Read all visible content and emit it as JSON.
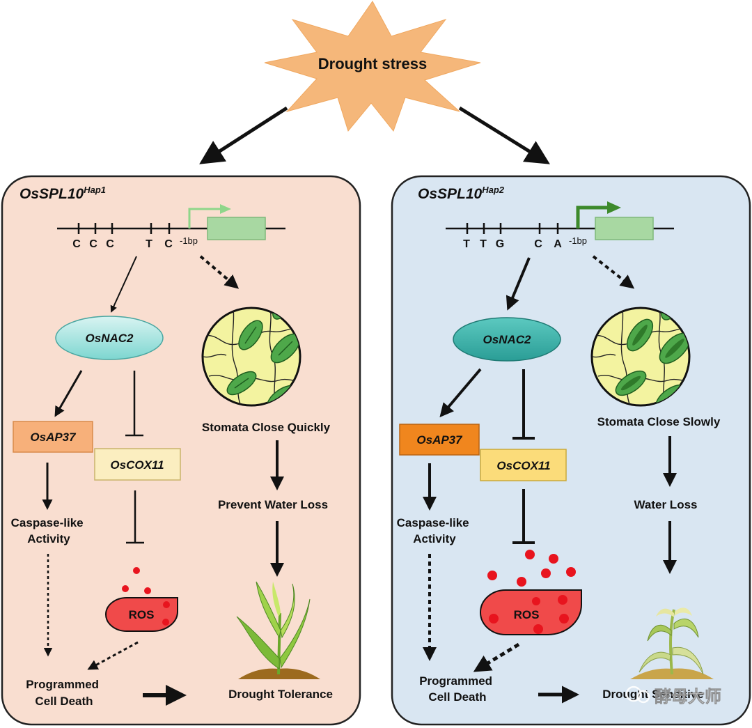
{
  "stress": {
    "label": "Drought stress"
  },
  "left": {
    "gene": "OsSPL10",
    "hap": "Hap1",
    "snps": [
      "C",
      "C",
      "C",
      "T",
      "C"
    ],
    "tss": "-1bp",
    "nac": "OsNAC2",
    "ap37": "OsAP37",
    "cox11": "OsCOX11",
    "caspase": [
      "Caspase-like",
      "Activity"
    ],
    "ros": "ROS",
    "pcd": [
      "Programmed",
      "Cell Death"
    ],
    "stomata": "Stomata Close Quickly",
    "water": "Prevent Water Loss",
    "outcome": "Drought Tolerance"
  },
  "right": {
    "gene": "OsSPL10",
    "hap": "Hap2",
    "snps": [
      "T",
      "T",
      "G",
      "C",
      "A"
    ],
    "tss": "-1bp",
    "nac": "OsNAC2",
    "ap37": "OsAP37",
    "cox11": "OsCOX11",
    "caspase": [
      "Caspase-like",
      "Activity"
    ],
    "ros": "ROS",
    "pcd": [
      "Programmed",
      "Cell Death"
    ],
    "stomata": "Stomata Close Slowly",
    "water": "Water Loss",
    "outcome": "Drought Sensitive"
  },
  "watermark": "酵母大师",
  "colors": {
    "left_panel": "#f9ded0",
    "right_panel": "#d9e6f2",
    "star": "#f5b77a",
    "ros": "#f04a4a",
    "ap37_left": "#f7b07a",
    "ap37_right": "#f0861e",
    "cox11_left": "#fbeec0",
    "cox11_right": "#fbdc7a"
  }
}
